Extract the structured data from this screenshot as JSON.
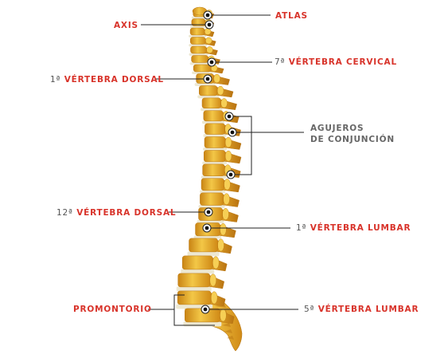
{
  "colors": {
    "label_red": "#d8332a",
    "label_grey": "#666666",
    "bone": "#e3a31f",
    "bone_light": "#f6cf55",
    "bone_dark": "#b97612",
    "disc": "#ede8d2",
    "leader_line": "#222222"
  },
  "labels": {
    "atlas": "ATLAS",
    "axis": "AXIS",
    "c7_num": "7ª",
    "c7_text": "VÉRTEBRA CERVICAL",
    "t1_num": "1ª",
    "t1_text": "VÉRTEBRA DORSAL",
    "foramina_line1": "AGUJEROS",
    "foramina_line2": "DE CONJUNCIÓN",
    "t12_num": "12ª",
    "t12_text": "VÉRTEBRA DORSAL",
    "l1_num": "1ª",
    "l1_text": "VÉRTEBRA LUMBAR",
    "promontory": "PROMONTORIO",
    "l5_num": "5ª",
    "l5_text": "VÉRTEBRA LUMBAR"
  }
}
